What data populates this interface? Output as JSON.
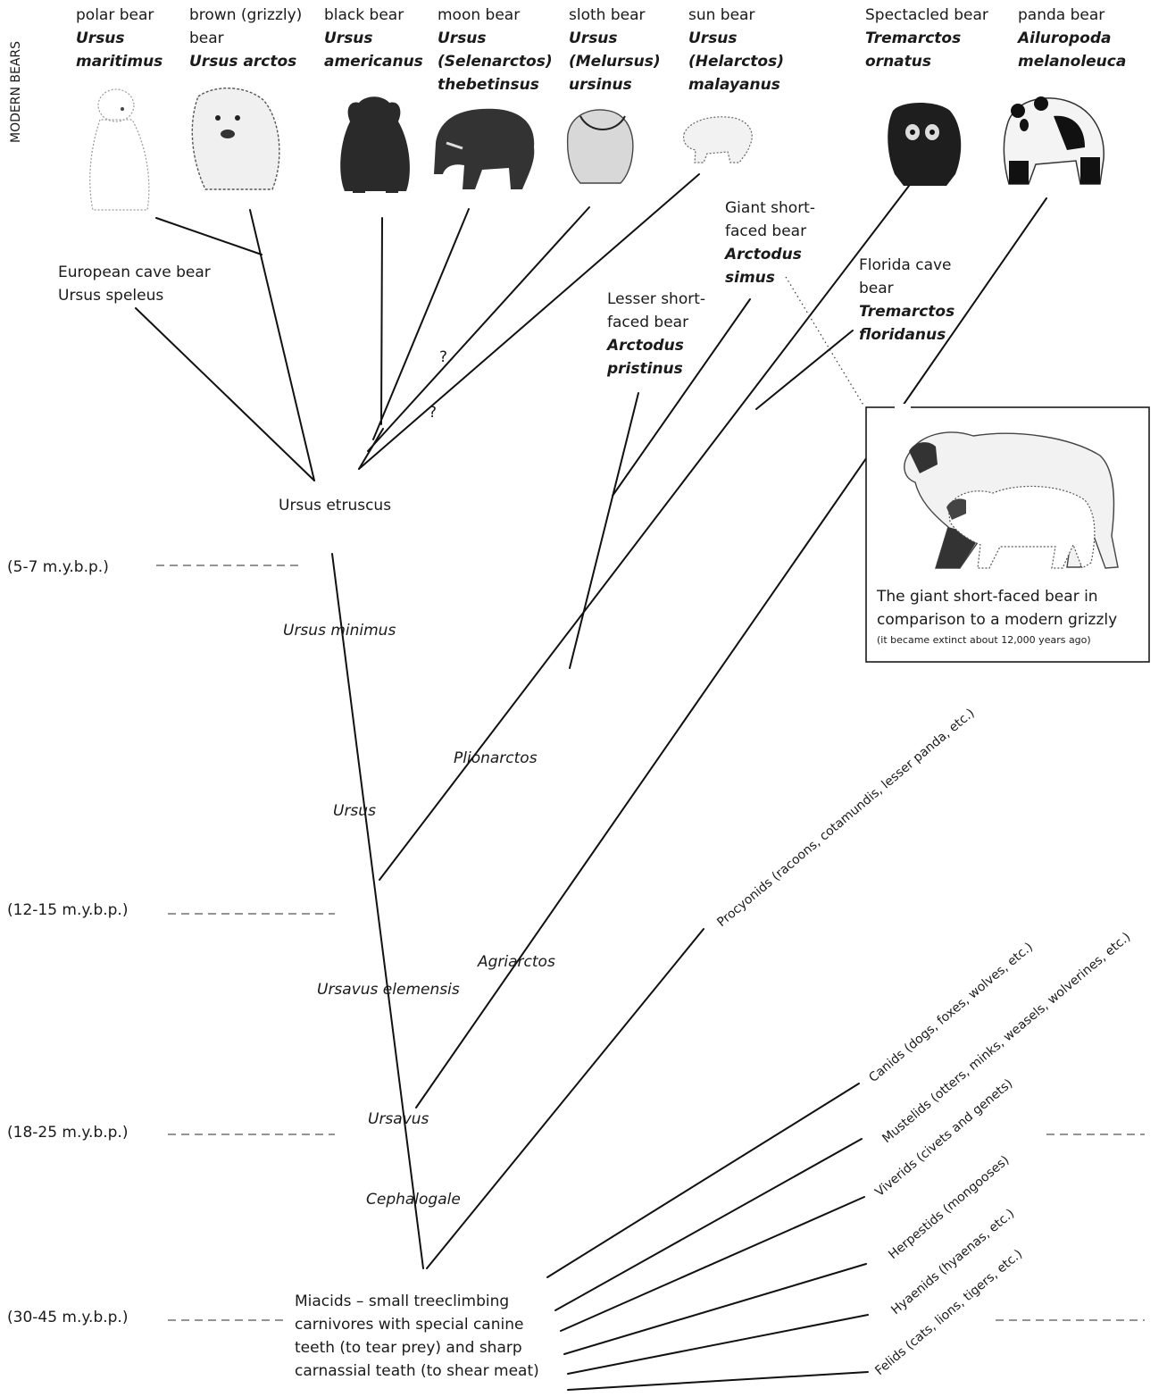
{
  "side_label": "MODERN BEARS",
  "species": [
    {
      "common": "polar bear",
      "latin": [
        "Ursus",
        "maritimus"
      ],
      "icon": "polar-bear-icon"
    },
    {
      "common": [
        "brown (grizzly)",
        "bear"
      ],
      "latin": [
        "Ursus arctos"
      ],
      "icon": "brown-bear-icon"
    },
    {
      "common": "black bear",
      "latin": [
        "Ursus",
        "americanus"
      ],
      "icon": "black-bear-icon"
    },
    {
      "common": "moon bear",
      "latin": [
        "Ursus",
        "(Selenarctos)",
        "thebetinsus"
      ],
      "icon": "moon-bear-icon"
    },
    {
      "common": "sloth bear",
      "latin": [
        "Ursus",
        "(Melursus)",
        "ursinus"
      ],
      "icon": "sloth-bear-icon"
    },
    {
      "common": "sun bear",
      "latin": [
        "Ursus",
        "(Helarctos)",
        "malayanus"
      ],
      "icon": "sun-bear-icon"
    },
    {
      "common": "Spectacled bear",
      "latin": [
        "Tremarctos",
        "ornatus"
      ],
      "icon": "spectacled-bear-icon"
    },
    {
      "common": "panda bear",
      "latin": [
        "Ailuropoda",
        "melanoleuca"
      ],
      "icon": "panda-bear-icon"
    }
  ],
  "fossils": {
    "european_cave_bear": [
      "European cave bear",
      "Ursus speleus"
    ],
    "giant_short_faced": {
      "common": [
        "Giant short-",
        "faced bear"
      ],
      "latin": [
        "Arctodus",
        "simus"
      ]
    },
    "lesser_short_faced": {
      "common": [
        "Lesser short-",
        "faced bear"
      ],
      "latin": [
        "Arctodus",
        "pristinus"
      ]
    },
    "florida_cave_bear": {
      "common": [
        "Florida cave",
        "bear"
      ],
      "latin": [
        "Tremarctos",
        "floridanus"
      ]
    },
    "ursus_etruscus": "Ursus etruscus",
    "ursus_minimus": "Ursus minimus",
    "ursus": "Ursus",
    "plionarctos": "Plionarctos",
    "agriarctos": "Agriarctos",
    "ursavus_elemensis": "Ursavus elemensis",
    "ursavus": "Ursavus",
    "cephalogale": "Cephalogale",
    "question_mark": "?"
  },
  "miacids": [
    "Miacids – small treeclimbing",
    "carnivores with special canine",
    "teeth (to tear prey) and sharp",
    "carnassial teath (to shear meat)"
  ],
  "time_marks": [
    "(5-7 m.y.b.p.)",
    "(12-15 m.y.b.p.)",
    "(18-25 m.y.b.p.)",
    "(30-45 m.y.b.p.)"
  ],
  "carnivore_families": [
    "Procyonids (racoons, cotamundis, lesser panda, etc.)",
    "Canids (dogs, foxes, wolves, etc.)",
    "Mustelids (otters, minks, weasels, wolverines, etc.)",
    "Viverids (civets and genets)",
    "Herpestids (mongooses)",
    "Hyaenids (hyaenas, etc.)",
    "Felids (cats, lions, tigers, etc.)"
  ],
  "inset": {
    "caption": [
      "The giant short-faced bear in",
      "comparison to a modern grizzly"
    ],
    "note": "(it became extinct about 12,000 years ago)",
    "icon": "short-faced-bear-comparison-icon"
  }
}
